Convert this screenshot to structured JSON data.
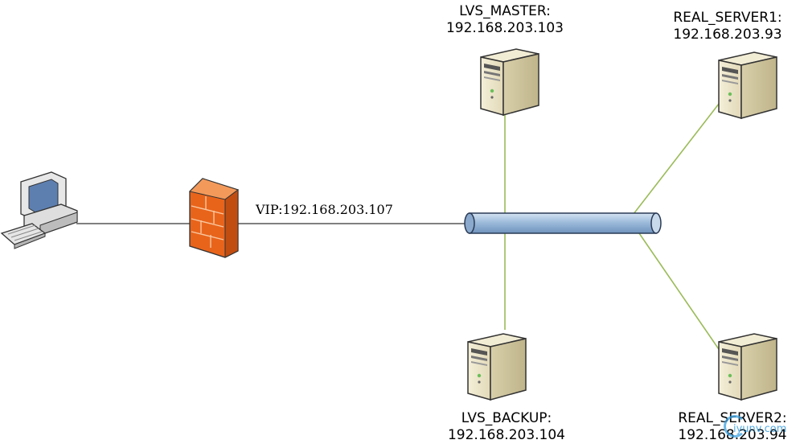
{
  "vip_label": "VIP:192.168.203.107",
  "nodes": {
    "lvs_master": {
      "name": "LVS_MASTER:",
      "ip": "192.168.203.103"
    },
    "lvs_backup": {
      "name": "LVS_BACKUP:",
      "ip": "192.168.203.104"
    },
    "real_server1": {
      "name": "REAL_SERVER1:",
      "ip": "192.168.203.93"
    },
    "real_server2": {
      "name": "REAL_SERVER2:",
      "ip": "192.168.203.94"
    }
  },
  "watermark": {
    "text": "iyunv.com"
  },
  "colors": {
    "link_green": "#9bbb59",
    "bus_blue": "#a7c3e0",
    "firewall_orange": "#e8641b"
  }
}
